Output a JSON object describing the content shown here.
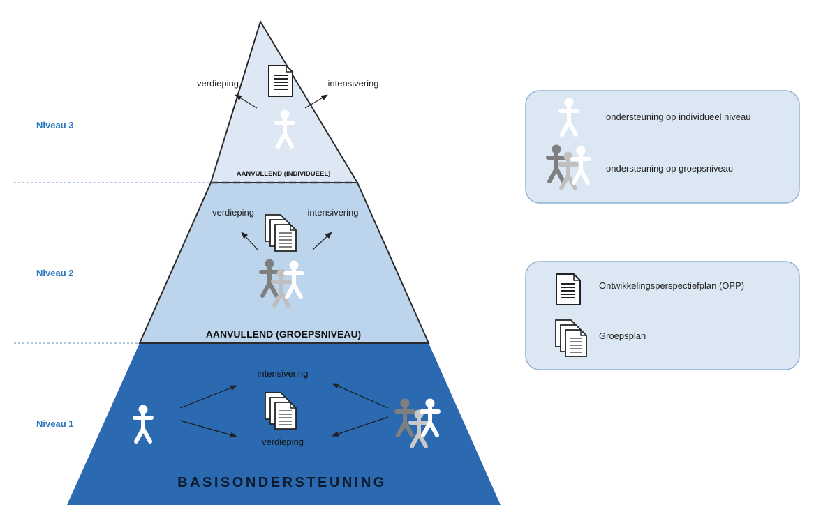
{
  "levels": {
    "level3": "Niveau 3",
    "level2": "Niveau 2",
    "level1": "Niveau 1"
  },
  "tiers": {
    "top": {
      "band_label": "AANVULLEND (INDIVIDUEEL)",
      "left_arrow_label": "verdieping",
      "right_arrow_label": "intensivering"
    },
    "middle": {
      "band_label": "AANVULLEND (GROEPSNIVEAU)",
      "left_arrow_label": "verdieping",
      "right_arrow_label": "intensivering"
    },
    "base": {
      "band_label": "BASISONDERSTEUNING",
      "upper_label": "intensivering",
      "lower_label": "verdieping"
    }
  },
  "legend_people": {
    "individual": "ondersteuning op individueel niveau",
    "group": "ondersteuning op groepsniveau"
  },
  "legend_docs": {
    "opp": "Ontwikkelingsperspectiefplan (OPP)",
    "groepsplan": "Groepsplan"
  },
  "colors": {
    "top_fill": "#dde8f4",
    "middle_fill": "#bcd5ed",
    "base_fill": "#2b6ab0",
    "level_text": "#2a78c0",
    "legend_fill": "#dbe7f3",
    "legend_stroke": "#8fb0d4"
  }
}
